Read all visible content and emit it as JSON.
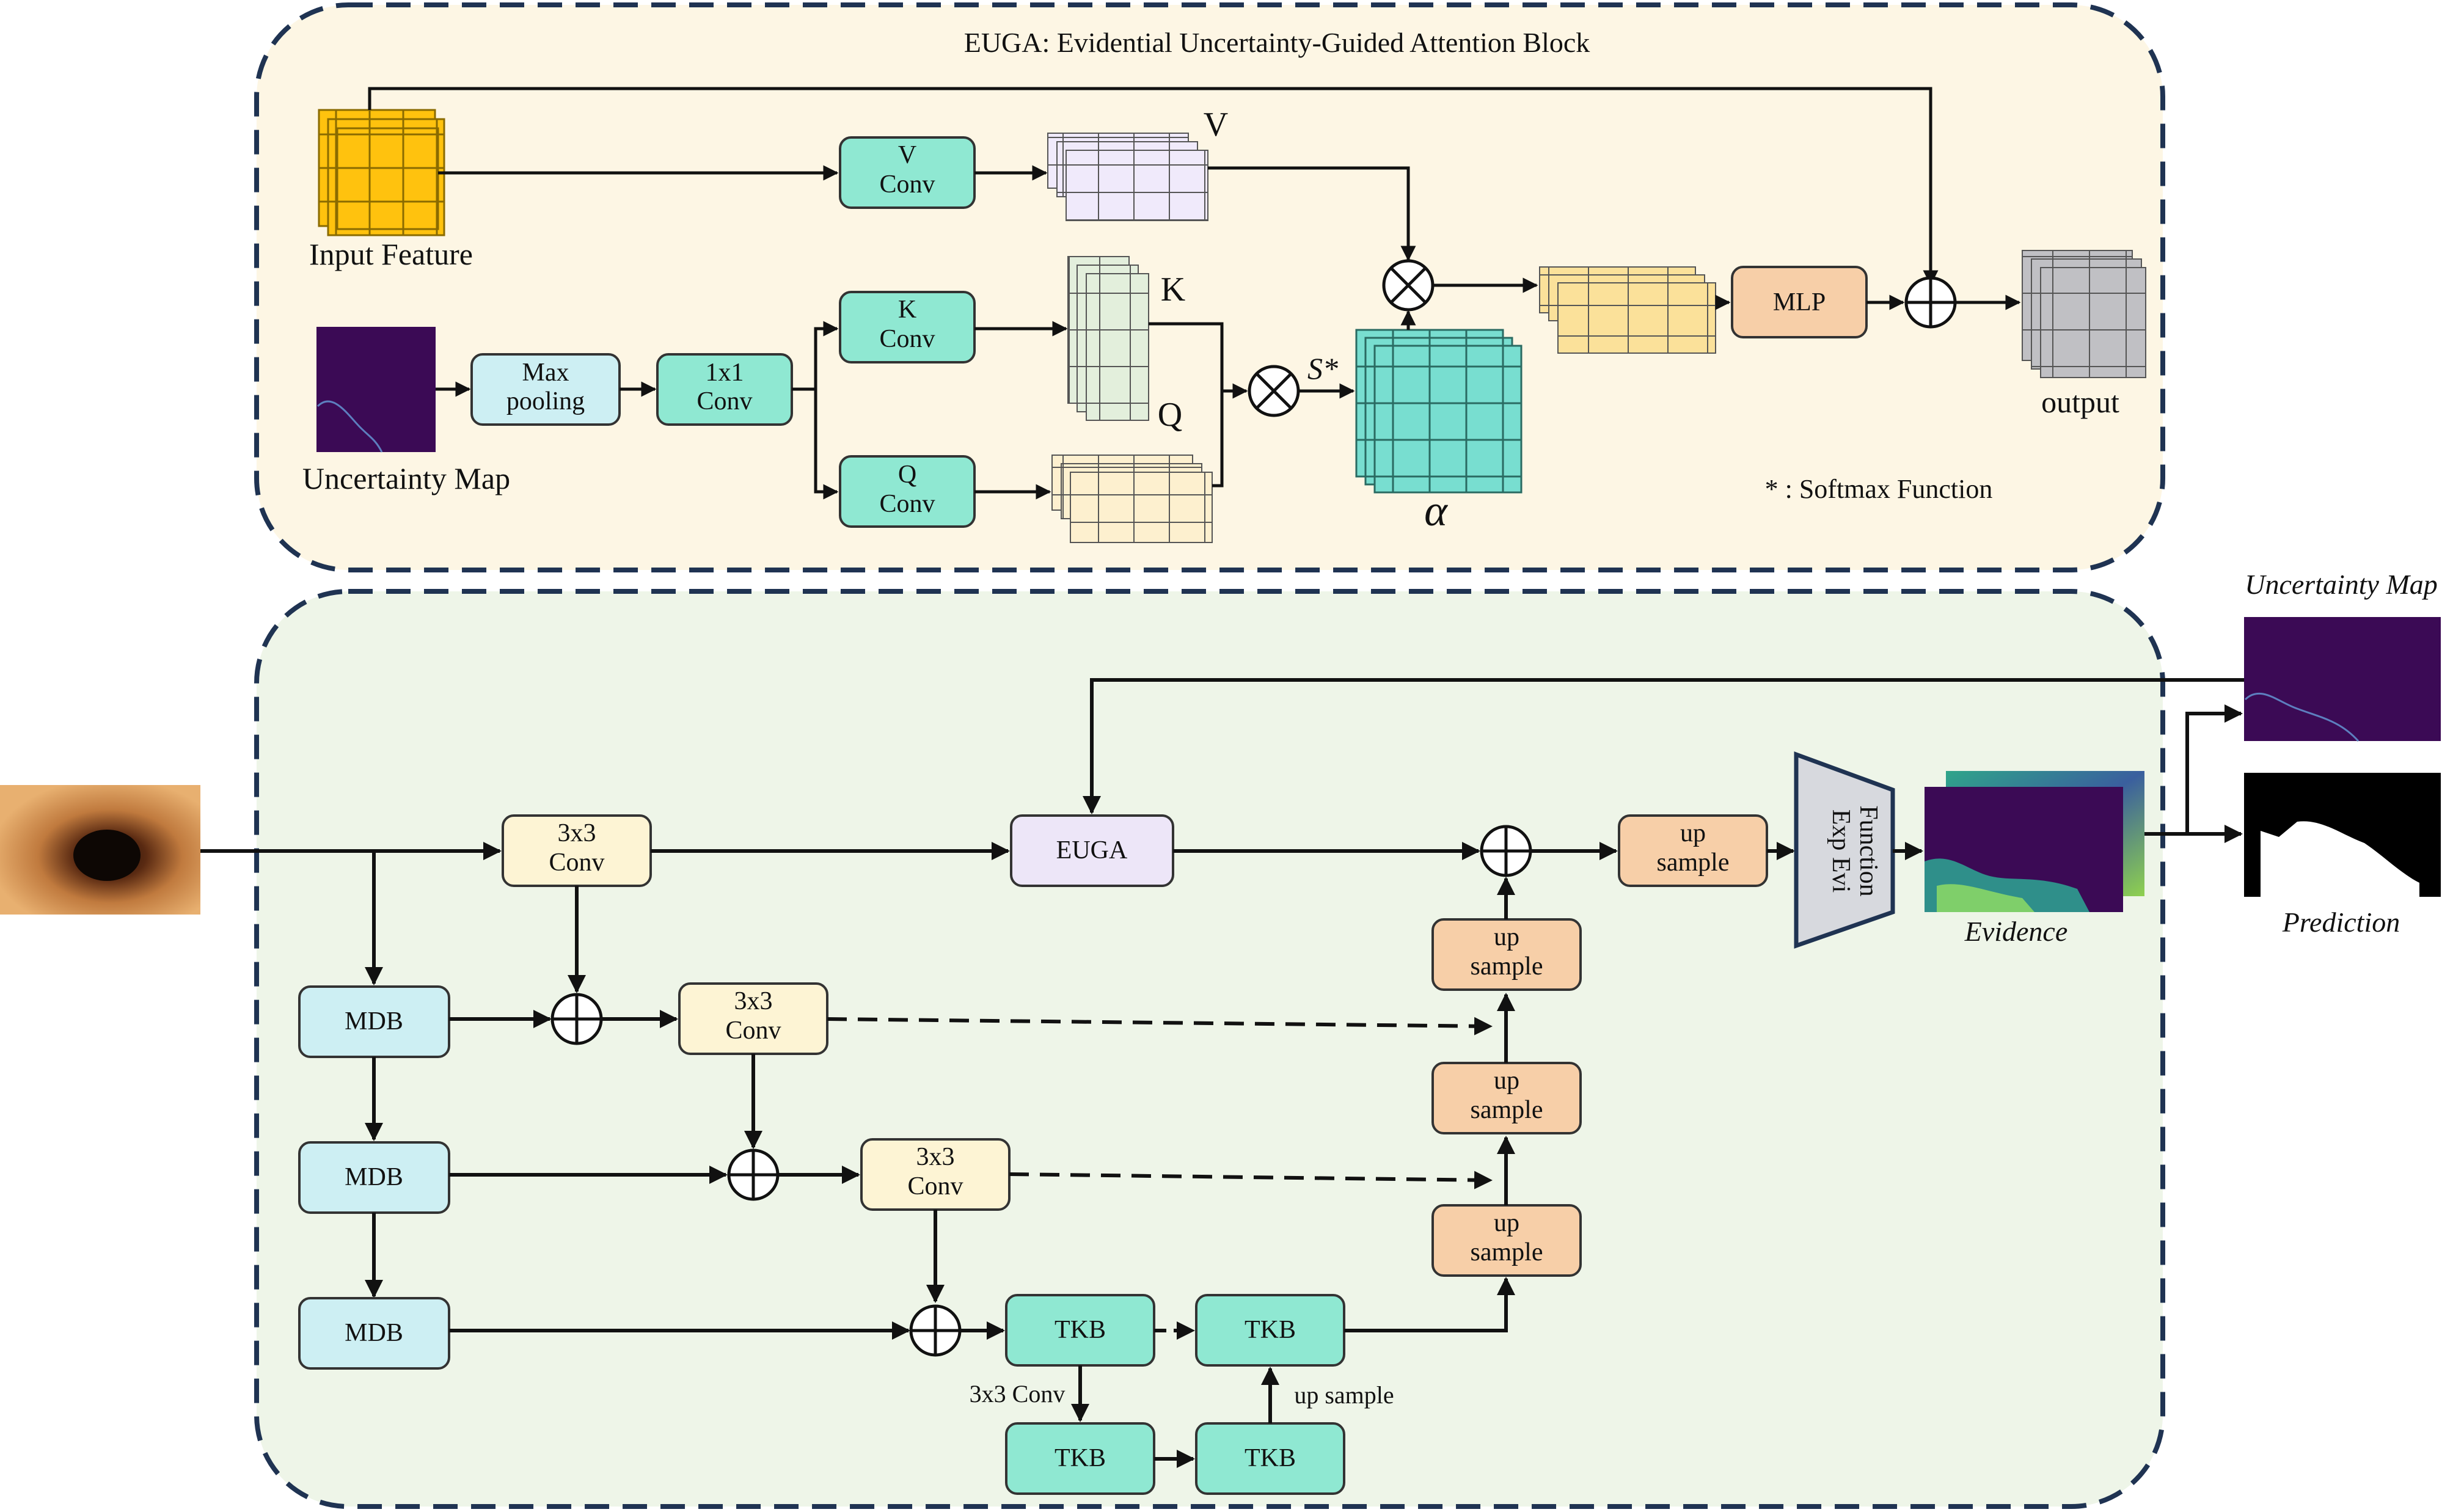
{
  "euga_block": {
    "title": "EUGA: Evidential Uncertainty-Guided Attention Block",
    "input_feature": "Input Feature",
    "uncertainty_map": "Uncertainty Map",
    "v_conv": [
      "V",
      "Conv"
    ],
    "k_conv": [
      "K",
      "Conv"
    ],
    "q_conv": [
      "Q",
      "Conv"
    ],
    "max_pooling": [
      "Max",
      "pooling"
    ],
    "conv1x1": [
      "1x1",
      "Conv"
    ],
    "v": "V",
    "k": "K",
    "q": "Q",
    "s_star": "S*",
    "alpha": "α",
    "mlp": "MLP",
    "output": "output",
    "softmax_note": "* : Softmax Function"
  },
  "network": {
    "conv3x3": [
      "3x3",
      "Conv"
    ],
    "euga": "EUGA",
    "mdb": "MDB",
    "up_sample": [
      "up",
      "sample"
    ],
    "tkb": "TKB",
    "exp_evi": [
      "Exp Evi",
      "Function"
    ],
    "evidence": "Evidence",
    "uncertainty_map": "Uncertainty Map",
    "prediction": "Prediction",
    "label_3x3_conv": "3x3 Conv",
    "label_up_sample": "up sample"
  },
  "colors": {
    "teal": "#8fe8d2",
    "light_cyan": "#cdeff3",
    "cream": "#fdf4d4",
    "peach": "#f7cfa8",
    "lavender": "#ede6f8",
    "euga_bg": "#fdf6e4",
    "net_bg": "#eef5e8",
    "border": "#1f3352"
  }
}
